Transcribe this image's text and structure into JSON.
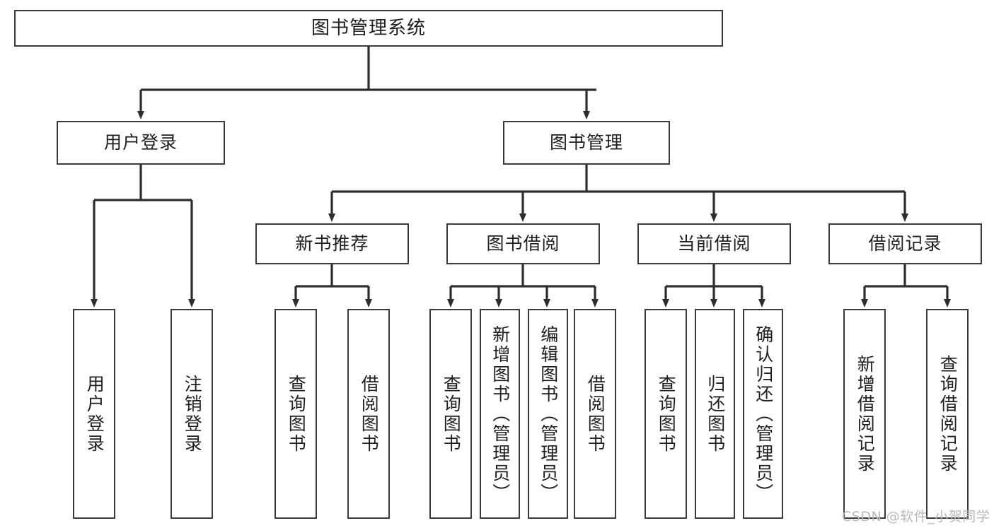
{
  "diagram": {
    "title": "图书管理系统",
    "type": "tree-hierarchy",
    "watermark": "CSDN @软件_小贺同学",
    "colors": {
      "background": "#ffffff",
      "box_border": "#3b3b3b",
      "box_fill": "#ffffff",
      "edge": "#2d2d2d",
      "text": "#1f1f1f",
      "watermark": "#b9b9b9"
    },
    "root": {
      "label": "图书管理系统"
    },
    "level2": [
      {
        "label": "用户登录"
      },
      {
        "label": "图书管理"
      }
    ],
    "level3": [
      {
        "label": "新书推荐"
      },
      {
        "label": "图书借阅"
      },
      {
        "label": "当前借阅"
      },
      {
        "label": "借阅记录"
      }
    ],
    "leaves": {
      "user_login": [
        {
          "label": "用户登录"
        },
        {
          "label": "注销登录"
        }
      ],
      "new_book_recommend": [
        {
          "label": "查询图书"
        },
        {
          "label": "借阅图书"
        }
      ],
      "book_borrow": [
        {
          "label": "查询图书"
        },
        {
          "label": "新增图书（管理员）"
        },
        {
          "label": "编辑图书（管理员）"
        },
        {
          "label": "借阅图书"
        }
      ],
      "current_borrow": [
        {
          "label": "查询图书"
        },
        {
          "label": "归还图书"
        },
        {
          "label": "确认归还（管理员）"
        }
      ],
      "borrow_record": [
        {
          "label": "新增借阅记录"
        },
        {
          "label": "查询借阅记录"
        }
      ]
    }
  }
}
